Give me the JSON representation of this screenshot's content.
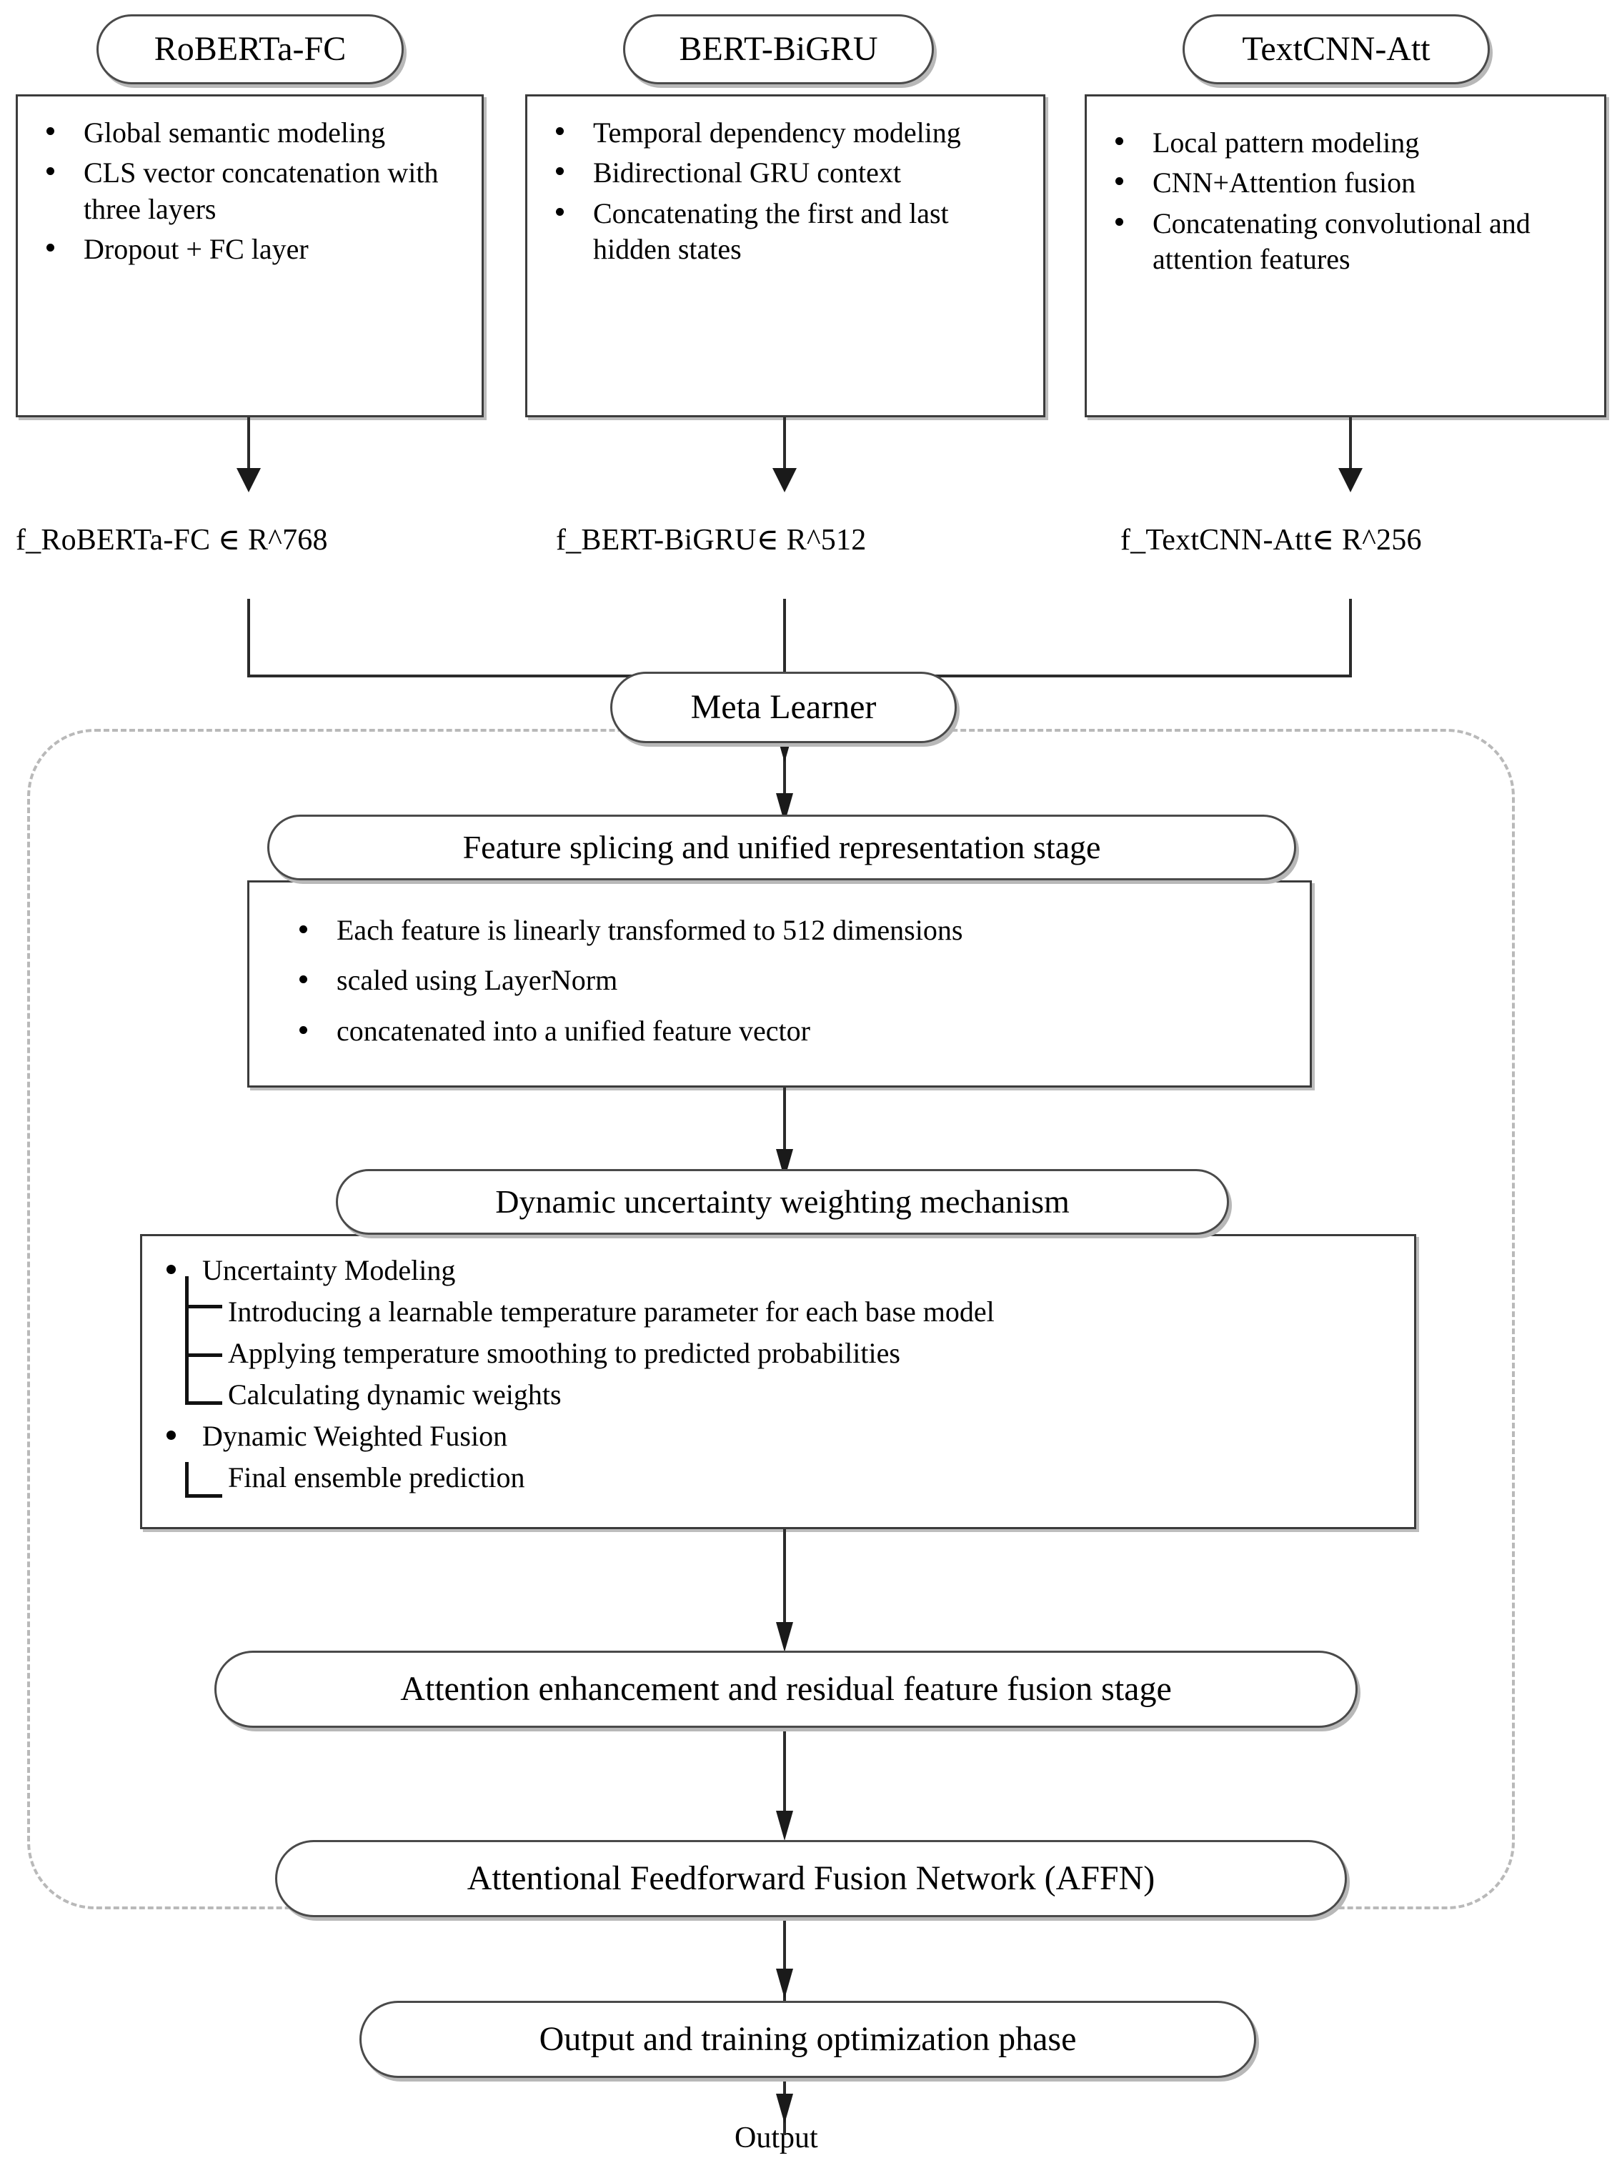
{
  "diagram": {
    "title": "Ensemble meta-learner architecture flowchart",
    "base_models": [
      {
        "name": "RoBERTa-FC",
        "bullets": [
          "Global semantic modeling",
          "CLS vector concatenation with three layers",
          "Dropout + FC layer"
        ],
        "feature_label": "f_RoBERTa-FC ∈ R^768"
      },
      {
        "name": "BERT-BiGRU",
        "bullets": [
          "Temporal dependency modeling",
          "Bidirectional GRU context",
          "Concatenating the first and last hidden states"
        ],
        "feature_label": "f_BERT-BiGRU∈ R^512"
      },
      {
        "name": "TextCNN-Att",
        "bullets": [
          "Local pattern modeling",
          "CNN+Attention fusion",
          "Concatenating convolutional and attention features"
        ],
        "feature_label": "f_TextCNN-Att∈ R^256"
      }
    ],
    "meta_learner": {
      "label": "Meta Learner",
      "stage_1": {
        "label": "Feature splicing and unified representation stage",
        "bullets": [
          "Each feature is linearly transformed to 512 dimensions",
          " scaled using LayerNorm",
          " concatenated into a unified feature vector"
        ]
      },
      "stage_2": {
        "label": "Dynamic uncertainty weighting mechanism",
        "items": [
          {
            "type": "bullet",
            "text": "Uncertainty Modeling"
          },
          {
            "type": "sub",
            "text": "Introducing a learnable temperature parameter for each base model"
          },
          {
            "type": "sub",
            "text": "Applying temperature smoothing to predicted probabilities"
          },
          {
            "type": "sub",
            "text": "Calculating dynamic weights"
          },
          {
            "type": "bullet",
            "text": "Dynamic Weighted Fusion"
          },
          {
            "type": "sub",
            "text": "Final ensemble prediction"
          }
        ]
      },
      "stage_3": {
        "label": "Attention enhancement and residual feature fusion stage"
      },
      "stage_4": {
        "label": "Attentional Feedforward Fusion Network (AFFN)"
      }
    },
    "output_stage": {
      "label": "Output and training optimization phase"
    },
    "output_terminal": {
      "label": "Output"
    },
    "colors": {
      "line": "#2b2b2b",
      "box_border": "#3b3b3b",
      "pill_border": "#4a4a4a",
      "shadow": "#bdbdbd",
      "dashed": "#b9b9b9",
      "text": "#000000"
    }
  }
}
